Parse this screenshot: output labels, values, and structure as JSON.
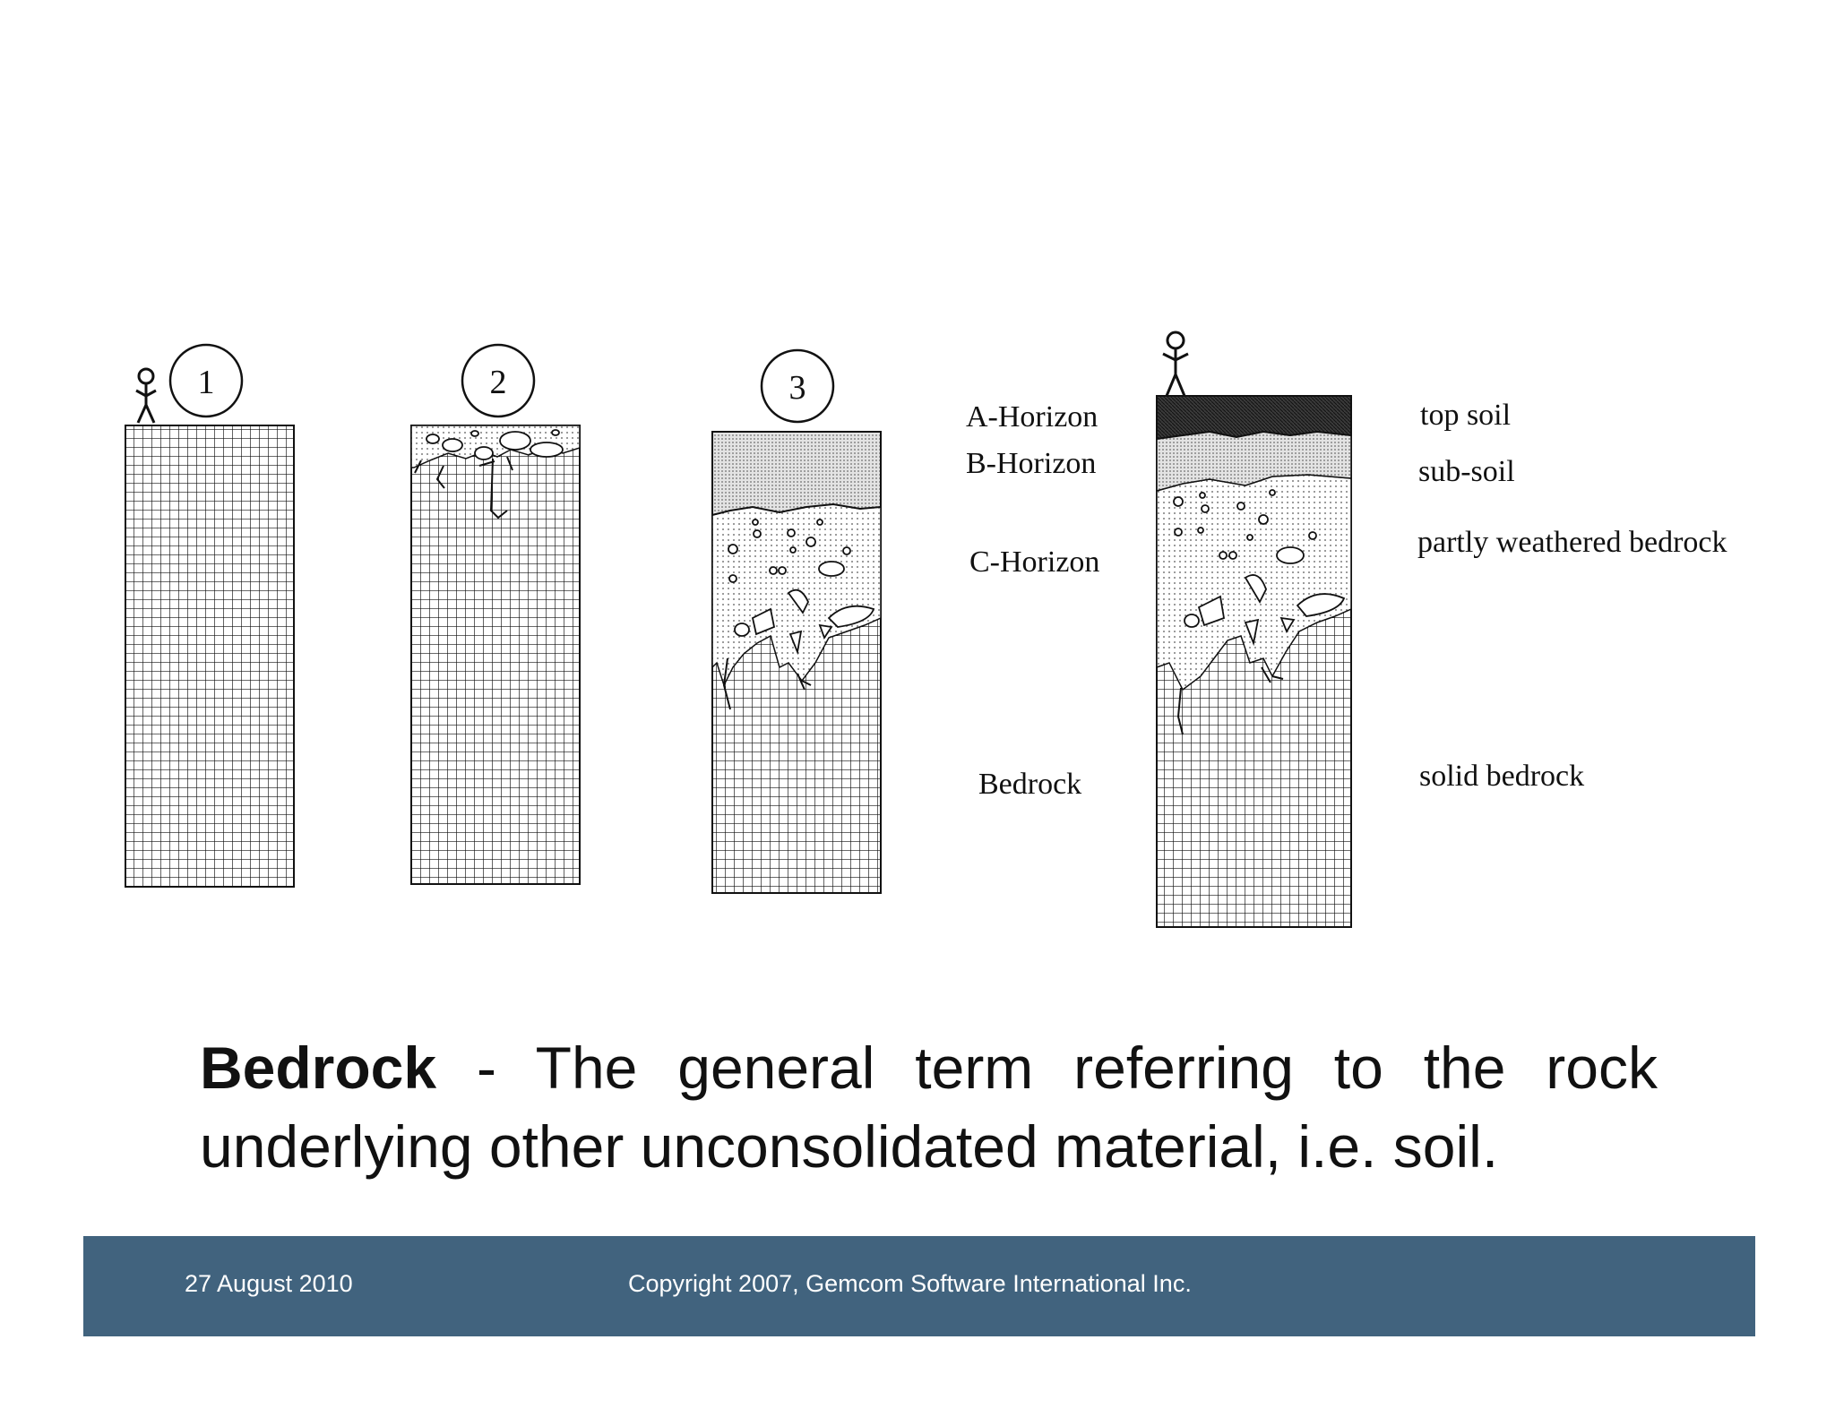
{
  "stages": [
    {
      "number": "1"
    },
    {
      "number": "2"
    },
    {
      "number": "3"
    }
  ],
  "horizons": {
    "a": "A-Horizon",
    "b": "B-Horizon",
    "c": "C-Horizon",
    "bedrock": "Bedrock"
  },
  "descriptions": {
    "top_soil": "top soil",
    "sub_soil": "sub-soil",
    "partly_weathered": "partly weathered bedrock",
    "solid": "solid bedrock"
  },
  "caption": {
    "term": "Bedrock",
    "definition": " - The general term referring to the rock underlying other unconsolidated material, i.e. soil."
  },
  "footer": {
    "date": "27 August 2010",
    "copyright": "Copyright 2007, Gemcom Software International Inc."
  }
}
